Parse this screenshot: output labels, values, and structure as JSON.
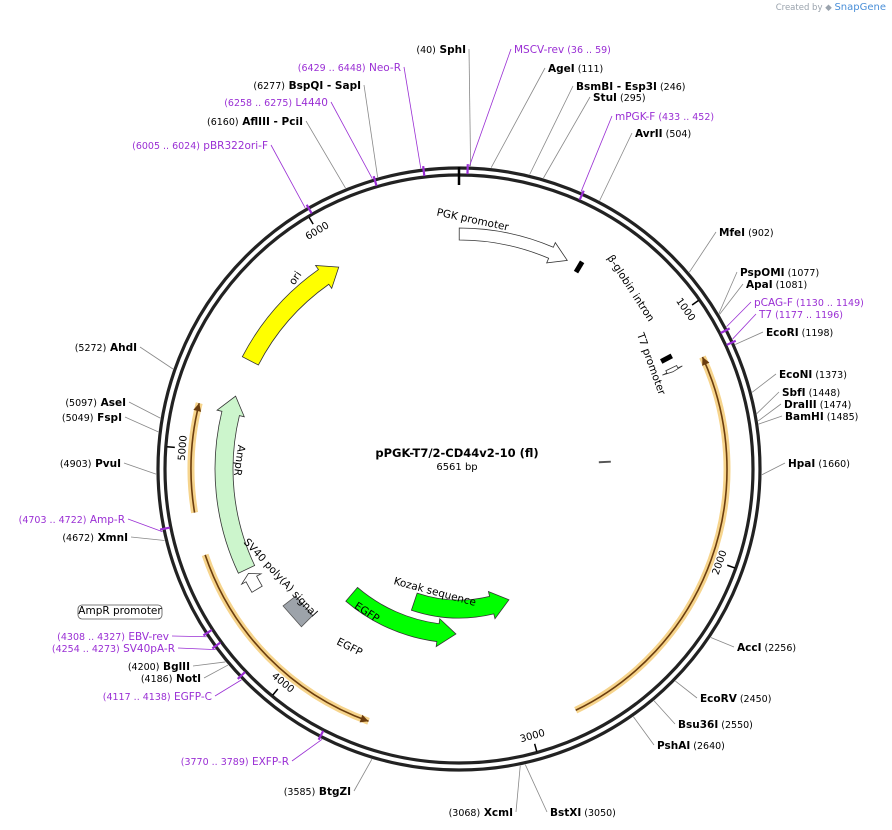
{
  "credit": {
    "prefix": "Created by",
    "brand": "SnapGene"
  },
  "plasmid": {
    "name": "pPGK-T7/2-CD44v2-10 (fl)",
    "size_label": "6561 bp",
    "length": 6561
  },
  "ticks": [
    {
      "pos": 1000,
      "label": "1000"
    },
    {
      "pos": 2000,
      "label": "2000"
    },
    {
      "pos": 3000,
      "label": "3000"
    },
    {
      "pos": 4000,
      "label": "4000"
    },
    {
      "pos": 5000,
      "label": "5000"
    },
    {
      "pos": 6000,
      "label": "6000"
    }
  ],
  "features": [
    {
      "name": "PGK promoter",
      "start": 1,
      "end": 500,
      "dir": 1,
      "kind": "promoter",
      "color": "#ffffff"
    },
    {
      "name": "β-globin intron",
      "start": 560,
      "end": 1130,
      "dir": 1,
      "kind": "intron",
      "color": "#000000"
    },
    {
      "name": "T7 promoter",
      "start": 1177,
      "end": 1195,
      "dir": 1,
      "kind": "promoter",
      "color": "#ffffff"
    },
    {
      "name": "Kozak sequence",
      "start": 1590,
      "end": 1600,
      "dir": 1,
      "kind": "misc",
      "color": "#888888"
    },
    {
      "name": "EGFP",
      "start": 2900,
      "end": 3620,
      "dir": -1,
      "kind": "cds",
      "color": "#00ff00"
    },
    {
      "name": "EGFP",
      "start": 3300,
      "end": 4020,
      "dir": -1,
      "kind": "cds",
      "color": "#00ff00"
    },
    {
      "name": "SV40 poly(A) signal",
      "start": 4100,
      "end": 4230,
      "dir": -1,
      "kind": "polyA",
      "color": "#9da3aa"
    },
    {
      "name": "AmpR promoter",
      "start": 4360,
      "end": 4440,
      "dir": 1,
      "kind": "promoter",
      "color": "#ffffff"
    },
    {
      "name": "AmpR",
      "start": 4460,
      "end": 5250,
      "dir": 1,
      "kind": "cds",
      "color": "#ccf5cc"
    },
    {
      "name": "ori",
      "start": 5420,
      "end": 6000,
      "dir": 1,
      "kind": "rep",
      "color": "#ffff00"
    }
  ],
  "orange_arcs": [
    {
      "start": 1190,
      "end": 2810,
      "dir": -1,
      "label": ""
    },
    {
      "start": 3640,
      "end": 4580,
      "dir": -1,
      "label": ""
    },
    {
      "start": 4750,
      "end": 5180,
      "dir": 1,
      "label": ""
    }
  ],
  "primers": [
    {
      "pos": 30,
      "color": "#9a2fd4"
    },
    {
      "pos": 440,
      "color": "#9a2fd4"
    },
    {
      "pos": 1140,
      "color": "#9a2fd4"
    },
    {
      "pos": 1187,
      "color": "#9a2fd4"
    },
    {
      "pos": 3780,
      "color": "#9a2fd4"
    },
    {
      "pos": 4128,
      "color": "#9a2fd4"
    },
    {
      "pos": 4264,
      "color": "#9a2fd4"
    },
    {
      "pos": 4318,
      "color": "#9a2fd4"
    },
    {
      "pos": 4712,
      "color": "#9a2fd4"
    },
    {
      "pos": 6015,
      "color": "#9a2fd4"
    },
    {
      "pos": 6265,
      "color": "#9a2fd4"
    },
    {
      "pos": 6438,
      "color": "#9a2fd4"
    }
  ],
  "sites": [
    {
      "pos": 40,
      "parts": [
        {
          "t": "(40)",
          "s": "coord"
        },
        {
          "t": " SphI",
          "s": "bold"
        }
      ],
      "side": "top"
    },
    {
      "pos": 36,
      "parts": [
        {
          "t": "MSCV-rev",
          "s": "primer"
        },
        {
          "t": "    (36 .. 59)",
          "s": "primer-s"
        }
      ],
      "side": "top"
    },
    {
      "pos": 111,
      "parts": [
        {
          "t": "AgeI",
          "s": "bold"
        },
        {
          "t": "   (111)",
          "s": "coord"
        }
      ],
      "side": "right"
    },
    {
      "pos": 246,
      "parts": [
        {
          "t": "BsmBI",
          "s": "bold"
        },
        {
          "t": "  - Esp3I",
          "s": "bold"
        },
        {
          "t": "   (246)",
          "s": "coord"
        }
      ],
      "side": "right"
    },
    {
      "pos": 295,
      "parts": [
        {
          "t": "StuI",
          "s": "bold"
        },
        {
          "t": "   (295)",
          "s": "coord"
        }
      ],
      "side": "right"
    },
    {
      "pos": 433,
      "parts": [
        {
          "t": "mPGK-F",
          "s": "primer"
        },
        {
          "t": "     (433 .. 452)",
          "s": "primer-s"
        }
      ],
      "side": "right"
    },
    {
      "pos": 504,
      "parts": [
        {
          "t": "AvrII",
          "s": "bold"
        },
        {
          "t": "   (504)",
          "s": "coord"
        }
      ],
      "side": "right"
    },
    {
      "pos": 902,
      "parts": [
        {
          "t": "MfeI",
          "s": "bold"
        },
        {
          "t": "   (902)",
          "s": "coord"
        }
      ],
      "side": "right"
    },
    {
      "pos": 1077,
      "parts": [
        {
          "t": "PspOMI",
          "s": "bold"
        },
        {
          "t": "   (1077)",
          "s": "coord"
        }
      ],
      "side": "right"
    },
    {
      "pos": 1081,
      "parts": [
        {
          "t": "ApaI",
          "s": "bold"
        },
        {
          "t": "   (1081)",
          "s": "coord"
        }
      ],
      "side": "right"
    },
    {
      "pos": 1130,
      "parts": [
        {
          "t": "pCAG-F",
          "s": "primer"
        },
        {
          "t": "   (1130 .. 1149)",
          "s": "primer-s"
        }
      ],
      "side": "right"
    },
    {
      "pos": 1177,
      "parts": [
        {
          "t": "T7",
          "s": "primer"
        },
        {
          "t": "    (1177 .. 1196)",
          "s": "primer-s"
        }
      ],
      "side": "right"
    },
    {
      "pos": 1198,
      "parts": [
        {
          "t": "EcoRI",
          "s": "bold"
        },
        {
          "t": "   (1198)",
          "s": "coord"
        }
      ],
      "side": "right"
    },
    {
      "pos": 1373,
      "parts": [
        {
          "t": "EcoNI",
          "s": "bold"
        },
        {
          "t": "   (1373)",
          "s": "coord"
        }
      ],
      "side": "right"
    },
    {
      "pos": 1448,
      "parts": [
        {
          "t": "SbfI",
          "s": "bold"
        },
        {
          "t": "   (1448)",
          "s": "coord"
        }
      ],
      "side": "right"
    },
    {
      "pos": 1474,
      "parts": [
        {
          "t": "DraIII",
          "s": "bold"
        },
        {
          "t": "   (1474)",
          "s": "coord"
        }
      ],
      "side": "right"
    },
    {
      "pos": 1485,
      "parts": [
        {
          "t": "BamHI",
          "s": "bold"
        },
        {
          "t": "   (1485)",
          "s": "coord"
        }
      ],
      "side": "right"
    },
    {
      "pos": 1660,
      "parts": [
        {
          "t": "HpaI",
          "s": "bold"
        },
        {
          "t": "   (1660)",
          "s": "coord"
        }
      ],
      "side": "right"
    },
    {
      "pos": 2256,
      "parts": [
        {
          "t": "AccI",
          "s": "bold"
        },
        {
          "t": "   (2256)",
          "s": "coord"
        }
      ],
      "side": "right"
    },
    {
      "pos": 2450,
      "parts": [
        {
          "t": "EcoRV",
          "s": "bold"
        },
        {
          "t": "   (2450)",
          "s": "coord"
        }
      ],
      "side": "right"
    },
    {
      "pos": 2550,
      "parts": [
        {
          "t": "Bsu36I",
          "s": "bold"
        },
        {
          "t": "   (2550)",
          "s": "coord"
        }
      ],
      "side": "right"
    },
    {
      "pos": 2640,
      "parts": [
        {
          "t": "PshAI",
          "s": "bold"
        },
        {
          "t": "   (2640)",
          "s": "coord"
        }
      ],
      "side": "right"
    },
    {
      "pos": 3050,
      "parts": [
        {
          "t": "BstXI",
          "s": "bold"
        },
        {
          "t": "   (3050)",
          "s": "coord"
        }
      ],
      "side": "bottom"
    },
    {
      "pos": 3068,
      "parts": [
        {
          "t": "(3068)",
          "s": "coord"
        },
        {
          "t": "  XcmI",
          "s": "bold"
        }
      ],
      "side": "bottom"
    },
    {
      "pos": 3585,
      "parts": [
        {
          "t": "(3585)",
          "s": "coord"
        },
        {
          "t": "  BtgZI",
          "s": "bold"
        }
      ],
      "side": "left"
    },
    {
      "pos": 3770,
      "parts": [
        {
          "t": "(3770 .. 3789)",
          "s": "primer-s"
        },
        {
          "t": "   EXFP-R",
          "s": "primer"
        }
      ],
      "side": "left"
    },
    {
      "pos": 4117,
      "parts": [
        {
          "t": "(4117 .. 4138)",
          "s": "primer-s"
        },
        {
          "t": "   EGFP-C",
          "s": "primer"
        }
      ],
      "side": "left"
    },
    {
      "pos": 4186,
      "parts": [
        {
          "t": "(4186)",
          "s": "coord"
        },
        {
          "t": "  NotI",
          "s": "bold"
        }
      ],
      "side": "left"
    },
    {
      "pos": 4200,
      "parts": [
        {
          "t": "(4200)",
          "s": "coord"
        },
        {
          "t": "  BglII",
          "s": "bold"
        }
      ],
      "side": "left"
    },
    {
      "pos": 4254,
      "parts": [
        {
          "t": "(4254 .. 4273)",
          "s": "primer-s"
        },
        {
          "t": "   SV40pA-R",
          "s": "primer"
        }
      ],
      "side": "left"
    },
    {
      "pos": 4308,
      "parts": [
        {
          "t": "(4308 .. 4327)",
          "s": "primer-s"
        },
        {
          "t": "   EBV-rev",
          "s": "primer"
        }
      ],
      "side": "left"
    },
    {
      "pos": 4672,
      "parts": [
        {
          "t": "(4672)",
          "s": "coord"
        },
        {
          "t": "  XmnI",
          "s": "bold"
        }
      ],
      "side": "left"
    },
    {
      "pos": 4703,
      "parts": [
        {
          "t": "(4703 .. 4722)",
          "s": "primer-s"
        },
        {
          "t": "   Amp-R",
          "s": "primer"
        }
      ],
      "side": "left"
    },
    {
      "pos": 4903,
      "parts": [
        {
          "t": "(4903)",
          "s": "coord"
        },
        {
          "t": "  PvuI",
          "s": "bold"
        }
      ],
      "side": "left"
    },
    {
      "pos": 5049,
      "parts": [
        {
          "t": "(5049)",
          "s": "coord"
        },
        {
          "t": "  FspI",
          "s": "bold"
        }
      ],
      "side": "left"
    },
    {
      "pos": 5097,
      "parts": [
        {
          "t": "(5097)",
          "s": "coord"
        },
        {
          "t": "  AseI",
          "s": "bold"
        }
      ],
      "side": "left"
    },
    {
      "pos": 5272,
      "parts": [
        {
          "t": "(5272)",
          "s": "coord"
        },
        {
          "t": "  AhdI",
          "s": "bold"
        }
      ],
      "side": "left"
    },
    {
      "pos": 6005,
      "parts": [
        {
          "t": "(6005 .. 6024)",
          "s": "primer-s"
        },
        {
          "t": "   pBR322ori-F",
          "s": "primer"
        }
      ],
      "side": "left"
    },
    {
      "pos": 6160,
      "parts": [
        {
          "t": "(6160)",
          "s": "coord"
        },
        {
          "t": "  AflIII",
          "s": "bold"
        },
        {
          "t": "  - PciI",
          "s": "bold"
        }
      ],
      "side": "left"
    },
    {
      "pos": 6258,
      "parts": [
        {
          "t": "(6258 .. 6275)",
          "s": "primer-s"
        },
        {
          "t": "   L4440",
          "s": "primer"
        }
      ],
      "side": "left"
    },
    {
      "pos": 6277,
      "parts": [
        {
          "t": "(6277)",
          "s": "coord"
        },
        {
          "t": "  BspQI",
          "s": "bold"
        },
        {
          "t": "   - SapI",
          "s": "bold"
        }
      ],
      "side": "left"
    },
    {
      "pos": 6429,
      "parts": [
        {
          "t": "(6429 .. 6448)",
          "s": "primer-s"
        },
        {
          "t": "   Neo-R",
          "s": "primer"
        }
      ],
      "side": "left"
    }
  ]
}
